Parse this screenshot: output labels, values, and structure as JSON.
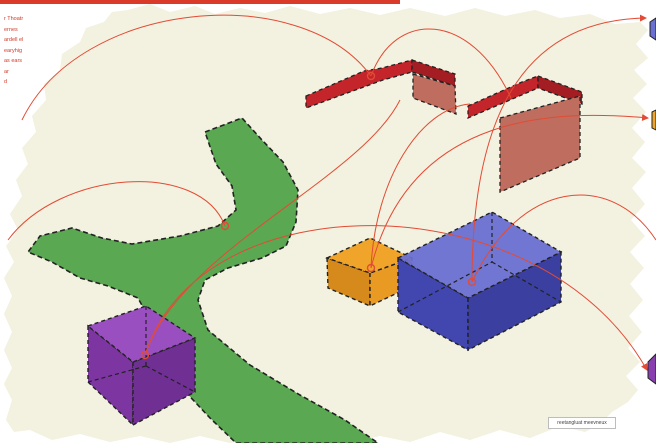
{
  "side_text": [
    "r Thoatr",
    "ernes",
    "ardell el",
    "earyhig",
    "as ears",
    "ar",
    "d"
  ],
  "caption": "reetangluat meevneux",
  "colors": {
    "paper": "#f3f1df",
    "path": "#5aa852",
    "wall": "#c4252a",
    "wall_face": "#bf6d5f",
    "orange_box": "#f0a52a",
    "blue_box": "#4d53c4",
    "purple_box": "#8a3fb0",
    "connector": "#e24b35",
    "outline": "#222222"
  }
}
